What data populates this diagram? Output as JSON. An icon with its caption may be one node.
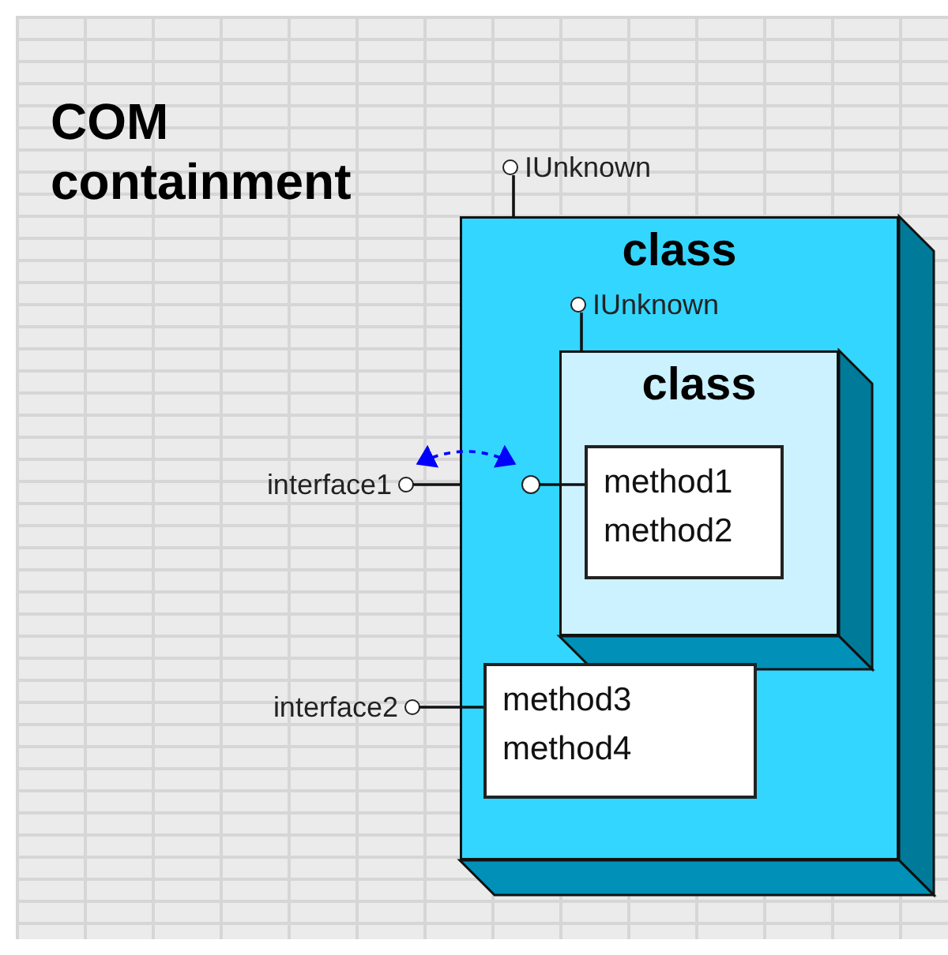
{
  "diagram": {
    "title": "COM containment",
    "nodes": [
      {
        "text": [
          "class"
        ]
      },
      {
        "text": [
          "IUnknown"
        ]
      },
      {
        "text": [
          "class"
        ],
        "in": 0
      },
      {
        "text": [
          "IUnknown"
        ],
        "in": 0
      },
      {
        "text": [
          "method1",
          "method2"
        ],
        "in": 2
      },
      {
        "text": [
          "interface1"
        ]
      },
      {
        "text": [],
        "shape": "circle",
        "in": 0
      },
      {
        "text": [
          "interface2"
        ]
      },
      {
        "text": [
          "method3",
          "method4"
        ],
        "in": 0
      }
    ],
    "edges": [
      {
        "from": 1,
        "to": 0,
        "arrow": "none"
      },
      {
        "from": 3,
        "to": 2,
        "arrow": "none"
      },
      {
        "from": 5,
        "to": 0,
        "arrow": "none"
      },
      {
        "from": 6,
        "to": 4,
        "arrow": "none"
      },
      {
        "from": 7,
        "to": 8,
        "arrow": "none"
      },
      {
        "from": 5,
        "to": 6,
        "arrow": "both",
        "style": "dashed",
        "color": "#0000ff"
      }
    ]
  }
}
